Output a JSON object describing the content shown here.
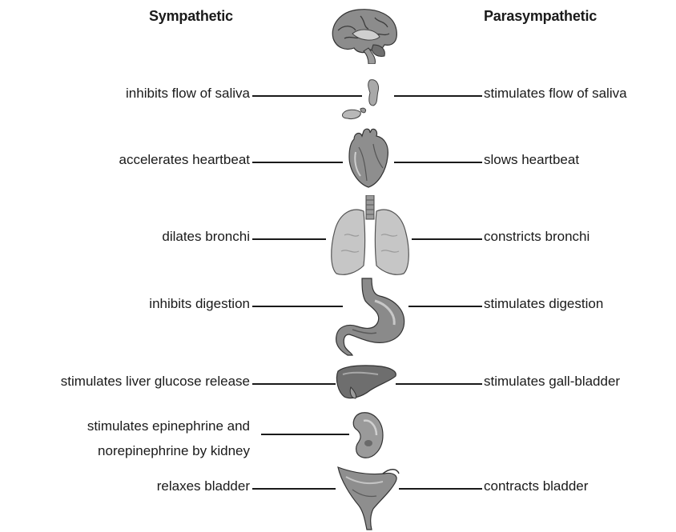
{
  "headers": {
    "sympathetic": "Sympathetic",
    "parasympathetic": "Parasympathetic"
  },
  "rows": [
    {
      "organ": "salivary-gland",
      "left": "inhibits flow of saliva",
      "right": "stimulates flow of saliva"
    },
    {
      "organ": "heart",
      "left": "accelerates heartbeat",
      "right": "slows heartbeat"
    },
    {
      "organ": "lungs",
      "left": "dilates bronchi",
      "right": "constricts bronchi"
    },
    {
      "organ": "stomach",
      "left": "inhibits digestion",
      "right": "stimulates digestion"
    },
    {
      "organ": "liver",
      "left": "stimulates liver glucose release",
      "right": "stimulates gall-bladder"
    },
    {
      "organ": "kidney",
      "left_line1": "stimulates epinephrine and",
      "left_line2": "norepinephrine by kidney",
      "right": ""
    },
    {
      "organ": "bladder",
      "left": "relaxes bladder",
      "right": "contracts bladder"
    }
  ]
}
